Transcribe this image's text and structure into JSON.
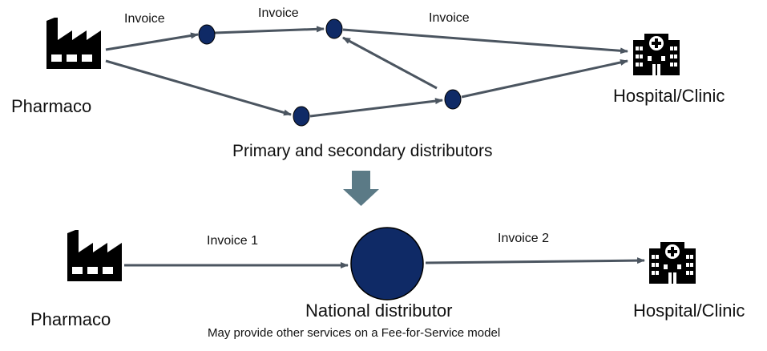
{
  "top": {
    "source_label": "Pharmaco",
    "destination_label": "Hospital/Clinic",
    "edge_labels": [
      "Invoice",
      "Invoice",
      "Invoice"
    ],
    "caption": "Primary and secondary distributors"
  },
  "bottom": {
    "source_label": "Pharmaco",
    "destination_label": "Hospital/Clinic",
    "hub_label": "National distributor",
    "hub_note": "May provide other services on a Fee-for-Service model",
    "edge_labels": [
      "Invoice 1",
      "Invoice 2"
    ]
  },
  "colors": {
    "node_fill": "#0f2a66",
    "node_stroke": "#000000",
    "arrow": "#4b5560",
    "down_arrow": "#5b7a86",
    "icon": "#000000"
  },
  "icons": {
    "factory": "factory-icon",
    "hospital": "hospital-icon",
    "transition": "down-arrow-icon"
  }
}
